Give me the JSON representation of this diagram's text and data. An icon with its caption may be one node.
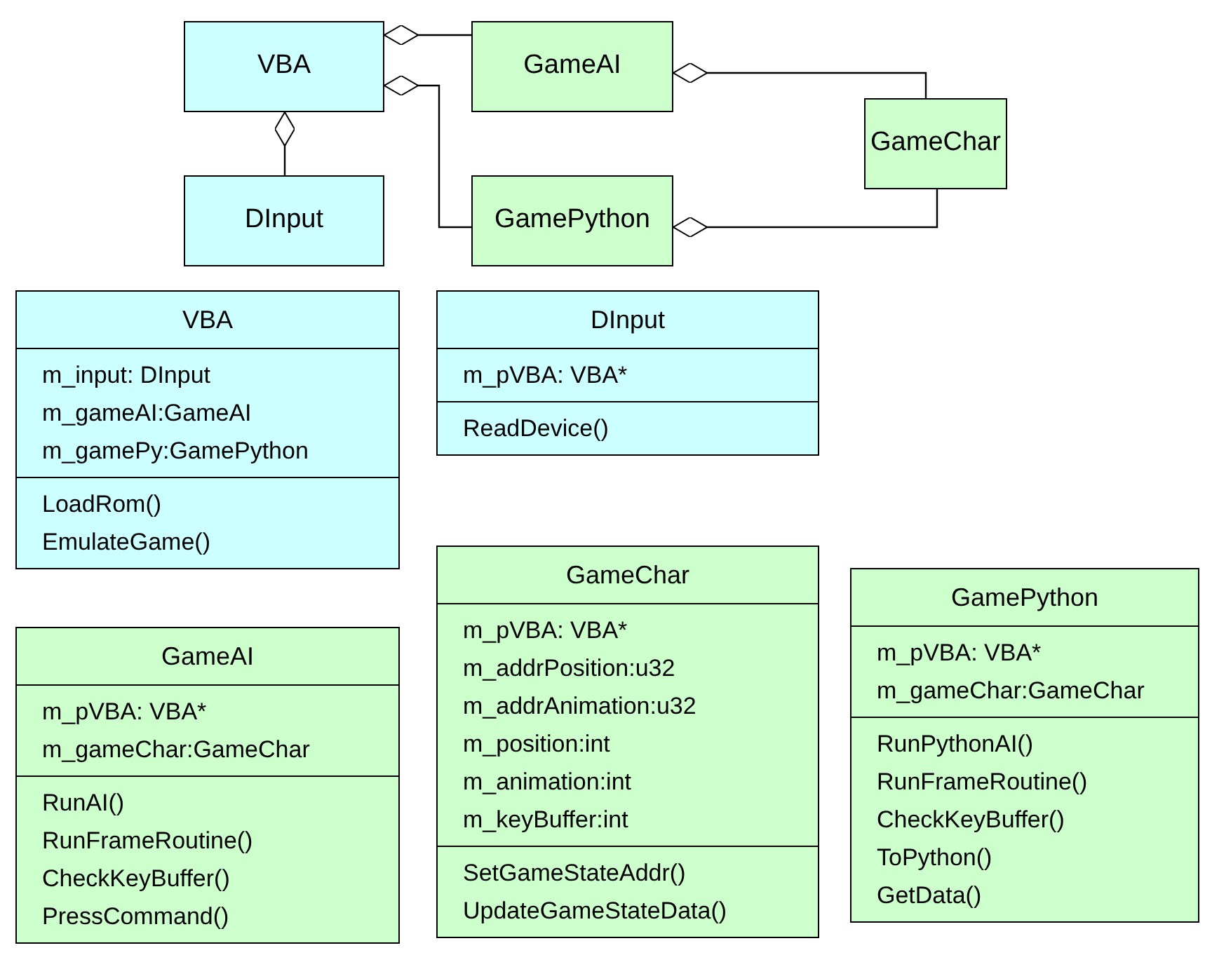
{
  "diagram": {
    "nodes": [
      {
        "text": [
          "VBA"
        ]
      },
      {
        "text": [
          "GameAI"
        ]
      },
      {
        "text": [
          "GameChar"
        ]
      },
      {
        "text": [
          "DInput"
        ]
      },
      {
        "text": [
          "GamePython"
        ]
      },
      {
        "text": [
          "VBA"
        ]
      },
      {
        "text": [
          "m_input: DInput",
          "m_gameAI:GameAI",
          "m_gamePy:GamePython"
        ],
        "in": 5
      },
      {
        "text": [
          "LoadRom()",
          "EmulateGame()"
        ],
        "in": 5
      },
      {
        "text": [
          "DInput"
        ]
      },
      {
        "text": [
          "m_pVBA: VBA*"
        ],
        "in": 8
      },
      {
        "text": [
          "ReadDevice()"
        ],
        "in": 8
      },
      {
        "text": [
          "GameAI"
        ]
      },
      {
        "text": [
          "m_pVBA: VBA*",
          "m_gameChar:GameChar"
        ],
        "in": 11
      },
      {
        "text": [
          "RunAI()",
          "RunFrameRoutine()",
          "CheckKeyBuffer()",
          "PressCommand()"
        ],
        "in": 11
      },
      {
        "text": [
          "GameChar"
        ]
      },
      {
        "text": [
          "m_pVBA: VBA*",
          "m_addrPosition:u32",
          "m_addrAnimation:u32",
          "m_position:int",
          "m_animation:int",
          "m_keyBuffer:int"
        ],
        "in": 14
      },
      {
        "text": [
          "SetGameStateAddr()",
          "UpdateGameStateData()"
        ],
        "in": 14
      },
      {
        "text": [
          "GamePython"
        ]
      },
      {
        "text": [
          "m_pVBA: VBA*",
          "m_gameChar:GameChar"
        ],
        "in": 17
      },
      {
        "text": [
          "RunPythonAI()",
          "RunFrameRoutine()",
          "CheckKeyBuffer()",
          "ToPython()",
          "GetData()"
        ],
        "in": 17
      }
    ],
    "edges": [
      {
        "from": 0,
        "to": 1,
        "arrow": "other"
      },
      {
        "from": 0,
        "to": 4,
        "arrow": "other"
      },
      {
        "from": 0,
        "to": 3,
        "arrow": "other"
      },
      {
        "from": 1,
        "to": 2,
        "arrow": "other"
      },
      {
        "from": 4,
        "to": 2,
        "arrow": "other"
      }
    ]
  }
}
